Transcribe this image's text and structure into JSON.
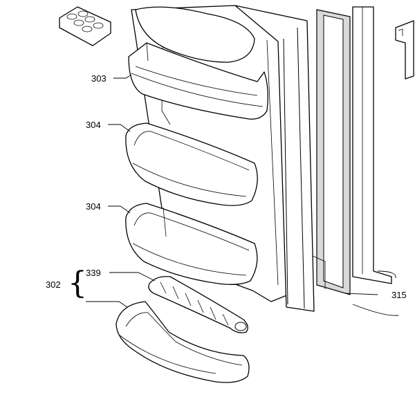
{
  "callouts": {
    "c303": "303",
    "c304_upper": "304",
    "c304_lower": "304",
    "c302": "302",
    "c339": "339",
    "c315": "315"
  },
  "brace_symbol": "{"
}
